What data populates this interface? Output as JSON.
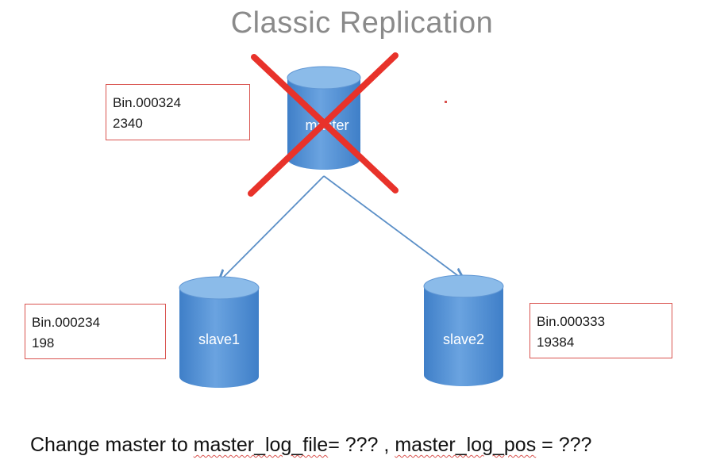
{
  "title": "Classic Replication",
  "nodes": {
    "master": {
      "label": "master",
      "log_file": "Bin.000324",
      "log_pos": "2340"
    },
    "slave1": {
      "label": "slave1",
      "log_file": "Bin.000234",
      "log_pos": "198"
    },
    "slave2": {
      "label": "slave2",
      "log_file": "Bin.000333",
      "log_pos": "19384"
    }
  },
  "caption": {
    "prefix": "Change master to ",
    "p1": "master_log_file",
    "mid": "= ??? , ",
    "p2": "master_log_pos",
    "suffix": " = ???"
  },
  "colors": {
    "cylinder_top": "#7fb0e3",
    "cylinder_body": "#4f8fd6",
    "cross": "#e8322a",
    "box_border": "#d9534f",
    "arrow": "#5b8fc7"
  }
}
